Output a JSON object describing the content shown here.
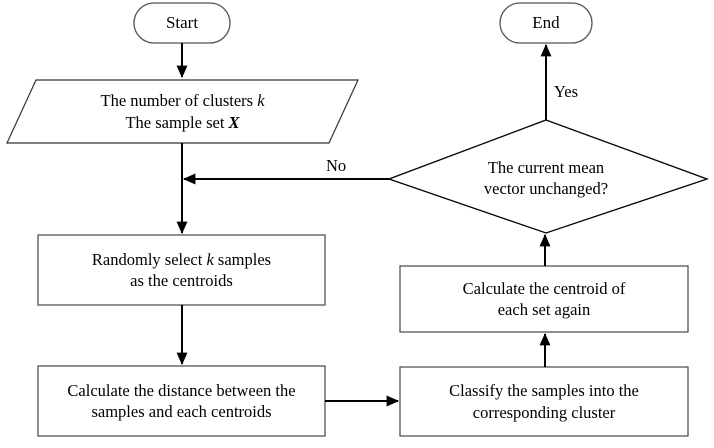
{
  "diagram": {
    "title": "K-means clustering algorithm flowchart",
    "background_color": "#ffffff",
    "line_color": "#000000",
    "shape_border_color": "#555555",
    "nodes": {
      "start": {
        "label": "Start",
        "shape": "terminal"
      },
      "end": {
        "label": "End",
        "shape": "terminal"
      },
      "input": {
        "shape": "parallelogram",
        "line1_prefix": "The number of clusters ",
        "line1_symbol": "k",
        "line2_prefix": "The sample set ",
        "line2_symbol": "X"
      },
      "select_centroids": {
        "shape": "process",
        "line1_prefix": "Randomly select ",
        "line1_symbol": "k",
        "line1_suffix": " samples",
        "line2": "as the centroids"
      },
      "calc_distance": {
        "shape": "process",
        "line1": "Calculate the distance between the",
        "line2": "samples and each centroids"
      },
      "classify": {
        "shape": "process",
        "line1": "Classify the samples into the",
        "line2": "corresponding cluster"
      },
      "recalc_centroid": {
        "shape": "process",
        "line1": "Calculate the centroid of",
        "line2": "each set again"
      },
      "decision": {
        "shape": "diamond",
        "line1": "The current mean",
        "line2": "vector unchanged?"
      }
    },
    "edge_labels": {
      "no": "No",
      "yes": "Yes"
    }
  }
}
